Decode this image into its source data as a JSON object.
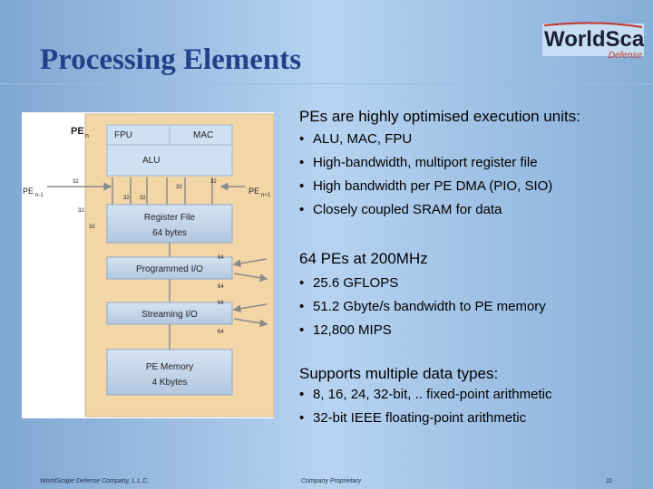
{
  "slide": {
    "title": "Processing Elements",
    "logo": {
      "wordmark": "WorldScape",
      "subtitle": "Defense"
    },
    "diagram": {
      "pe_label": "PE",
      "pe_sub": "n",
      "fpu": "FPU",
      "mac": "MAC",
      "alu": "ALU",
      "register_file": [
        "Register File",
        "64 bytes"
      ],
      "programmed_io": "Programmed I/O",
      "streaming_io": "Streaming I/O",
      "pe_memory": [
        "PE Memory",
        "4 Kbytes"
      ],
      "pe_left_label": "PE",
      "pe_left_sub": "n-1",
      "pe_right_label": "PE",
      "pe_right_sub": "n+1",
      "bus_32": "32",
      "bus_64": "64"
    },
    "sections": [
      {
        "heading": "PEs are highly optimised execution units:",
        "bullets": [
          "ALU, MAC, FPU",
          "High-bandwidth, multiport register file",
          "High bandwidth per PE DMA (PIO, SIO)",
          "Closely coupled SRAM for data"
        ]
      },
      {
        "heading": "64 PEs at 200MHz",
        "bullets": [
          "25.6 GFLOPS",
          "51.2 Gbyte/s bandwidth to PE memory",
          "12,800 MIPS"
        ]
      },
      {
        "heading": "Supports multiple data types:",
        "bullets": [
          "8, 16, 24, 32-bit, .. fixed-point arithmetic",
          "32-bit IEEE floating-point arithmetic"
        ]
      }
    ],
    "footer": {
      "company": "WorldScape Defense Company, L.L.C.",
      "proprietary": "Company Proprietary",
      "page": "11"
    }
  }
}
